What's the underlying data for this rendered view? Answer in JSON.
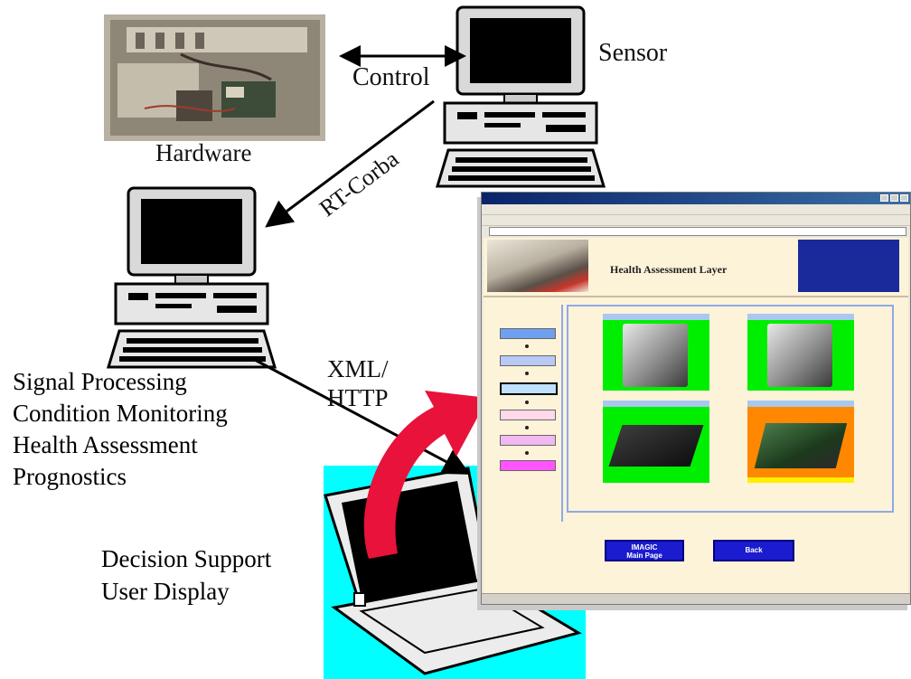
{
  "labels": {
    "hardware": "Hardware",
    "control": "Control",
    "sensor": "Sensor",
    "rt_corba": "RT-Corba",
    "xml": "XML/",
    "http": "HTTP",
    "roles": [
      "Signal Processing",
      "Condition Monitoring",
      "Health Assessment",
      "Prognostics"
    ],
    "decision": [
      "Decision Support",
      "User Display"
    ]
  },
  "browser": {
    "header_title": "Health Assessment Layer",
    "back_label": "Back",
    "main_page_label": [
      "IMAGIC",
      "Main Page"
    ]
  },
  "colors": {
    "laptop_bg": "#00ffff",
    "red_arrow": "#e8123a",
    "tile_green": "#00ee00",
    "tile_orange": "#ff8800",
    "button_blue": "#1b1bcf"
  },
  "icons": [
    "computer-icon",
    "laptop-icon",
    "arrow-icon"
  ]
}
